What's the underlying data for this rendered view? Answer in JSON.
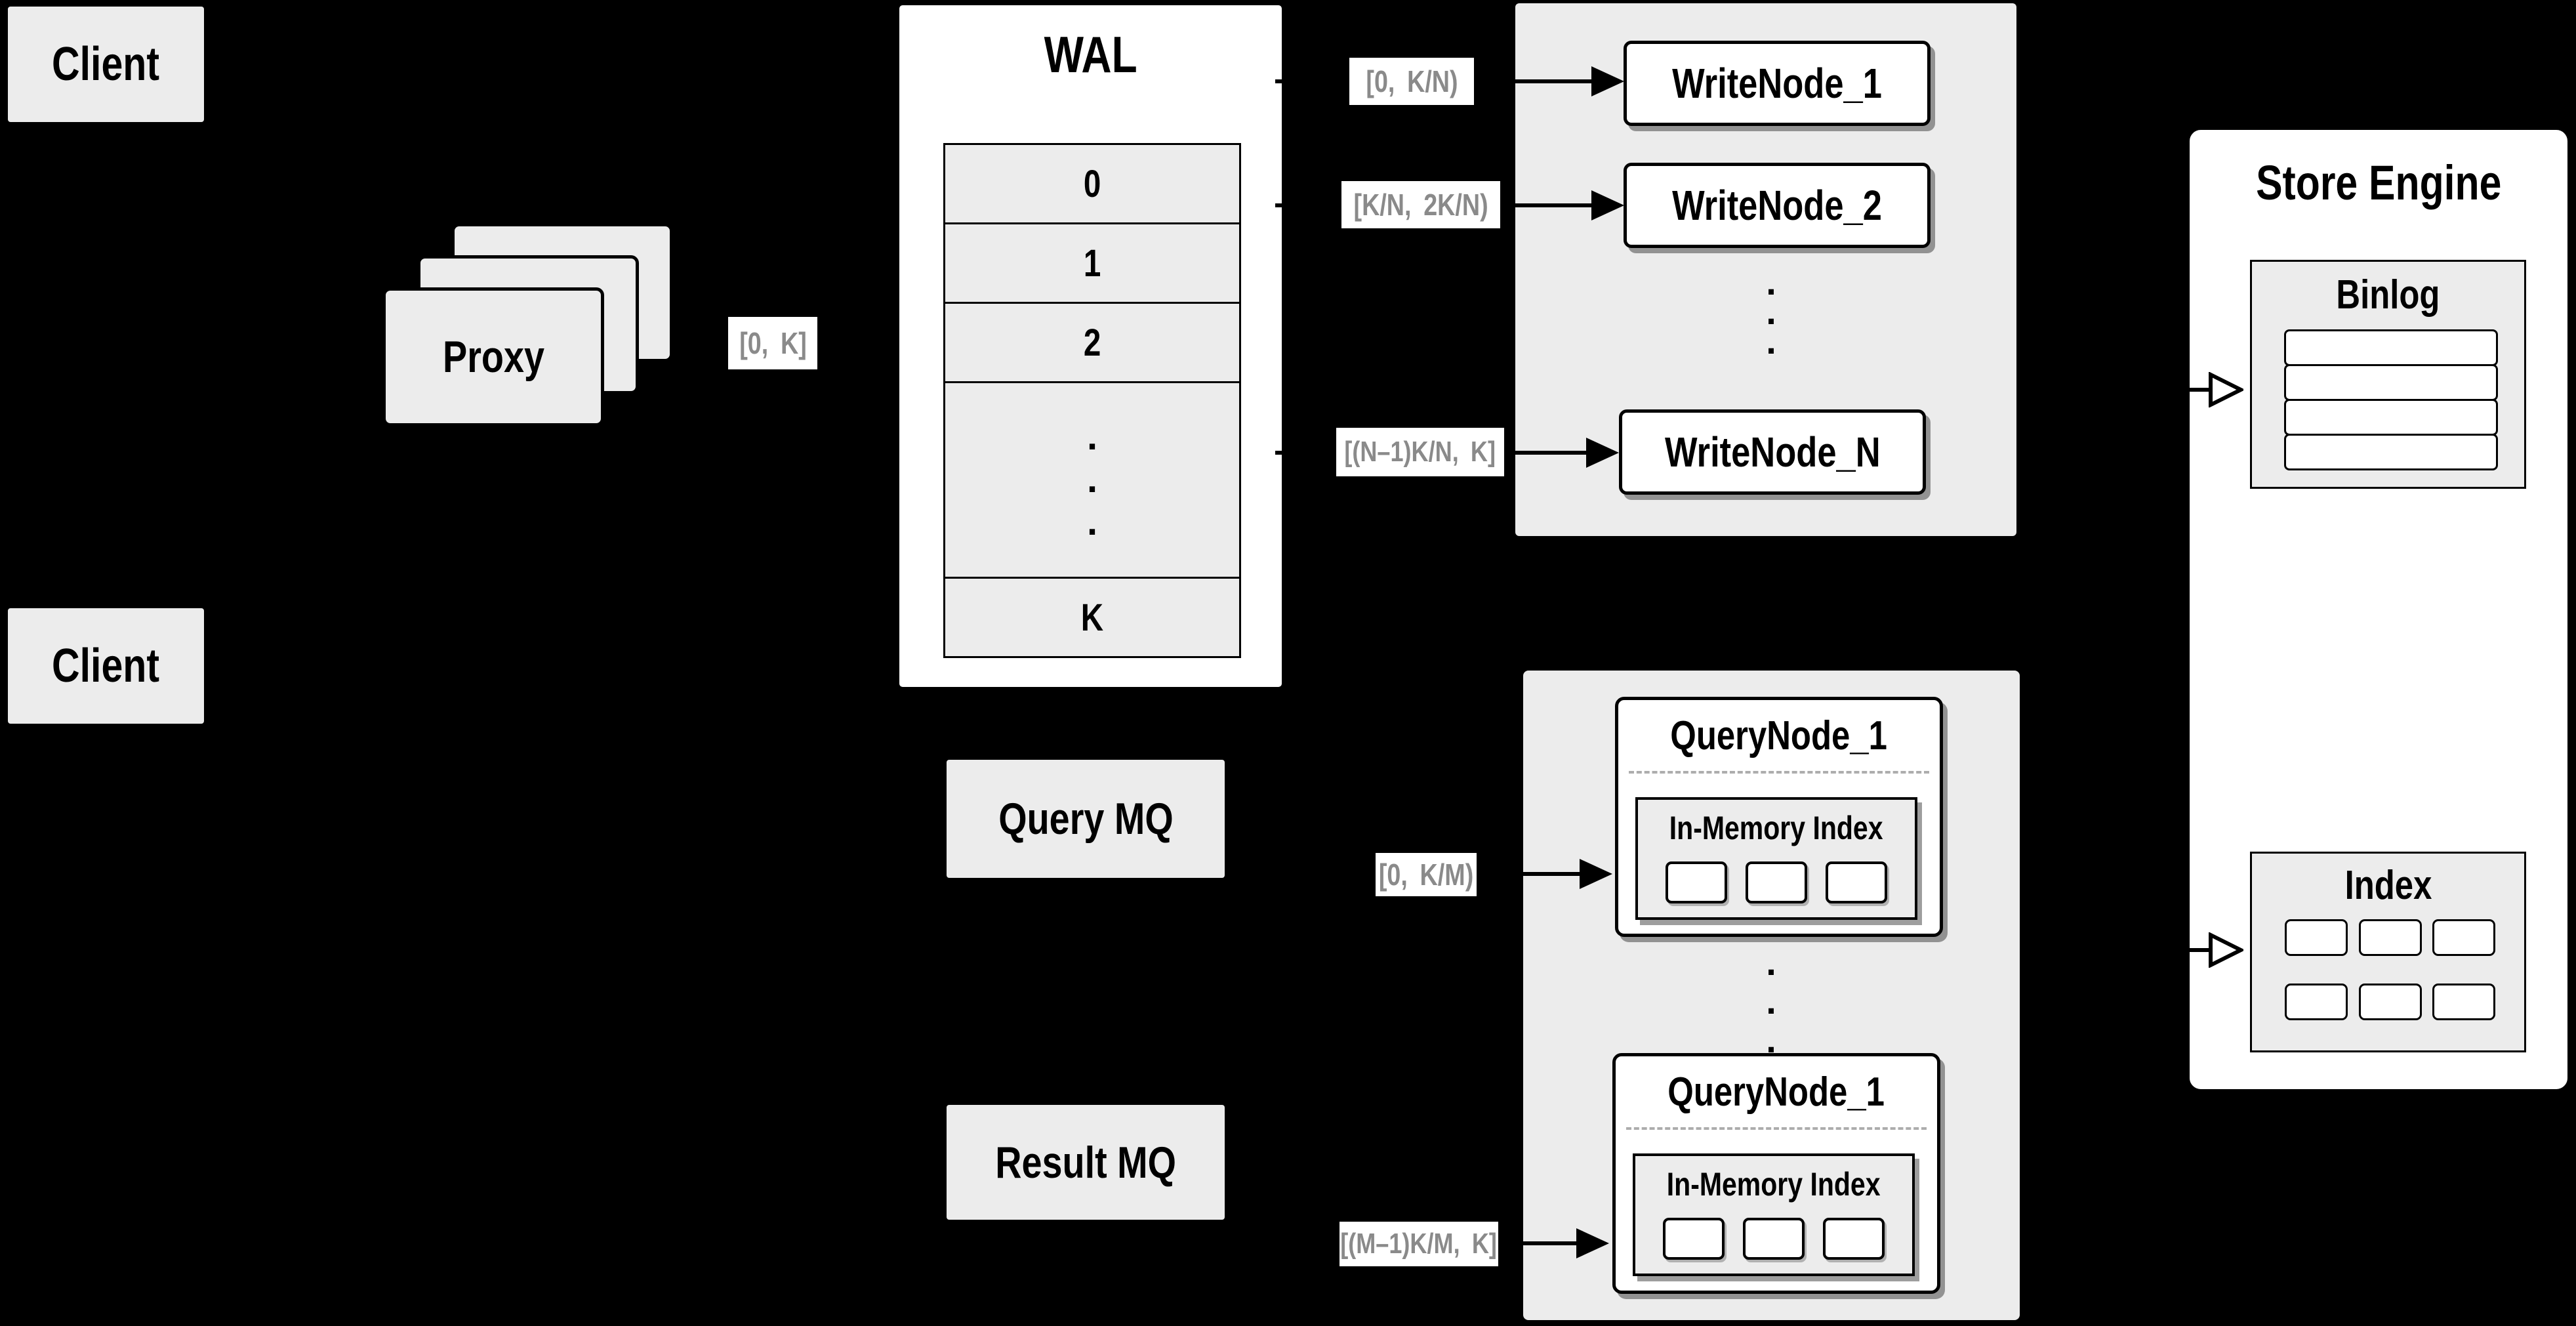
{
  "colors": {
    "background": "#000000",
    "panel_fill": "#ececec",
    "box_fill": "#ffffff",
    "border": "#000000",
    "range_label_text": "#8a8a8a"
  },
  "clients": {
    "top_label": "Client",
    "bottom_label": "Client"
  },
  "proxy": {
    "label": "Proxy",
    "range_label": "[0, K]"
  },
  "wal": {
    "title": "WAL",
    "rows": [
      "0",
      "1",
      "2",
      "K"
    ],
    "dots": ".\n.\n."
  },
  "write_nodes": {
    "items": [
      "WriteNode_1",
      "WriteNode_2",
      "WriteNode_N"
    ],
    "ranges": [
      "[0, K/N)",
      "[K/N, 2K/N)",
      "[(N–1)K/N, K]"
    ],
    "dots": ".\n.\n."
  },
  "query_nodes": {
    "items": [
      "QueryNode_1",
      "QueryNode_1"
    ],
    "in_memory_title": "In-Memory Index",
    "ranges": [
      "[0, K/M)",
      "[(M–1)K/M, K]"
    ],
    "dots": ".\n.\n."
  },
  "mq": {
    "query": "Query MQ",
    "result": "Result MQ"
  },
  "store_engine": {
    "title": "Store Engine",
    "binlog_title": "Binlog",
    "index_title": "Index"
  }
}
